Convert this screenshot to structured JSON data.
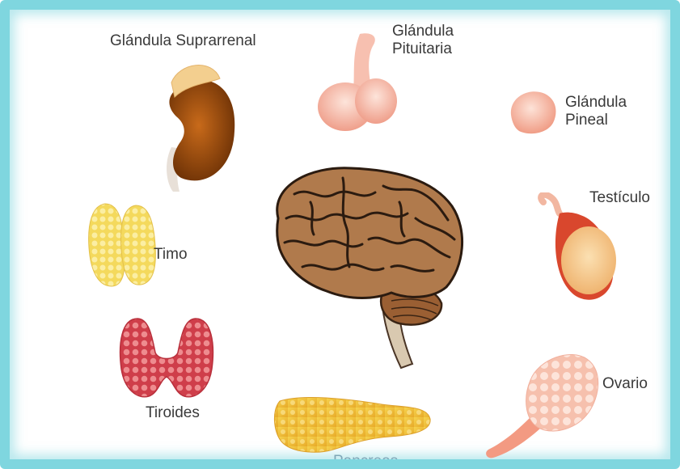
{
  "title": "",
  "labels": {
    "adrenal": "Glándula Suprarrenal",
    "pituitary": "Glándula\nPituitaria",
    "pineal": "Glándula\nPineal",
    "testicle": "Testículo",
    "thymus": "Timo",
    "thyroid": "Tiroides",
    "pancreas": "Pancreas",
    "ovary": "Ovario"
  },
  "colors": {
    "frame": "#7fd6df",
    "brain": "#b07a4c",
    "kidney": "#b45a12",
    "adrenal": "#f3cf8f",
    "pituitary": "#f7c2b1",
    "pineal": "#f7bca8",
    "testicle": "#f6c68d",
    "thymus": "#f4dc6a",
    "thyroid": "#d9525b",
    "pancreas": "#f2c33e",
    "ovary": "#f8cdbd"
  }
}
